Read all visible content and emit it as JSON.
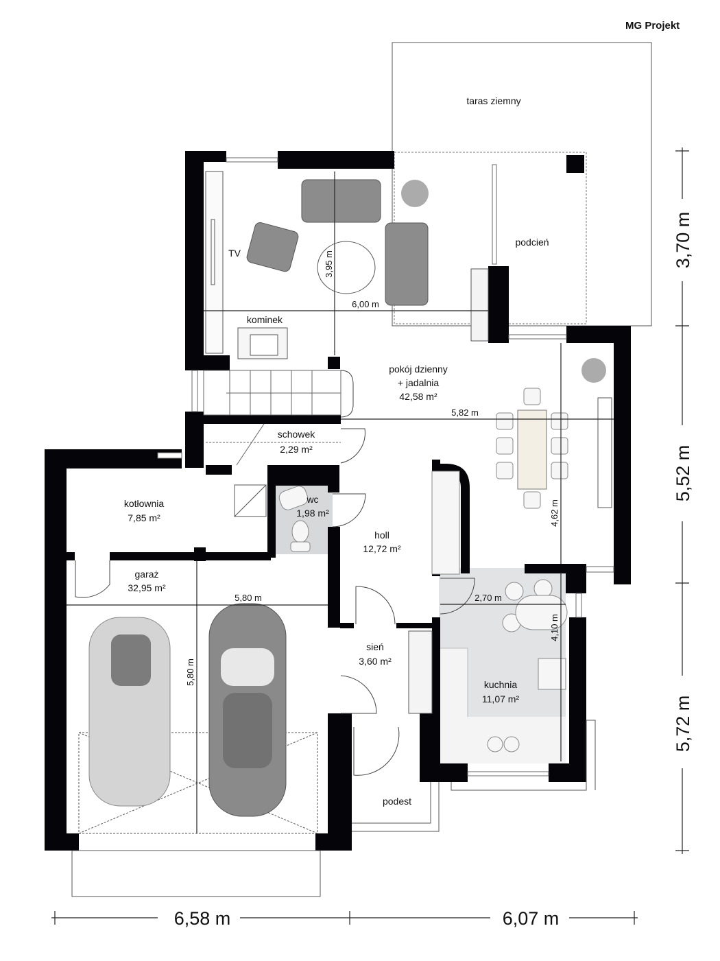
{
  "brand": "MG Projekt",
  "rooms": {
    "taras": {
      "name": "taras ziemny"
    },
    "podcien": {
      "name": "podcień"
    },
    "tv": {
      "name": "TV"
    },
    "kominek": {
      "name": "kominek"
    },
    "pokoj": {
      "name_line1": "pokój dzienny",
      "name_line2": "+ jadalnia",
      "area": "42,58 m²"
    },
    "schowek": {
      "name": "schowek",
      "area": "2,29 m²"
    },
    "kotlownia": {
      "name": "kotłownia",
      "area": "7,85 m²"
    },
    "wc": {
      "name": "wc",
      "area": "1,98 m²"
    },
    "holl": {
      "name": "holl",
      "area": "12,72 m²"
    },
    "garaz": {
      "name": "garaż",
      "area": "32,95 m²"
    },
    "sien": {
      "name": "sień",
      "area": "3,60 m²"
    },
    "kuchnia": {
      "name": "kuchnia",
      "area": "11,07 m²"
    },
    "podest": {
      "name": "podest"
    }
  },
  "inner_dimensions": {
    "living_depth": "3,95 m",
    "living_width": "6,00 m",
    "dining_width": "5,82 m",
    "dining_depth": "4,62 m",
    "garage_width": "5,80 m",
    "garage_depth": "5,80 m",
    "kitchen_width": "2,70 m",
    "kitchen_depth": "4,10 m"
  },
  "outer_dimensions": {
    "right": [
      "3,70 m",
      "5,52 m",
      "5,72 m"
    ],
    "bottom": [
      "6,58 m",
      "6,07 m"
    ]
  }
}
